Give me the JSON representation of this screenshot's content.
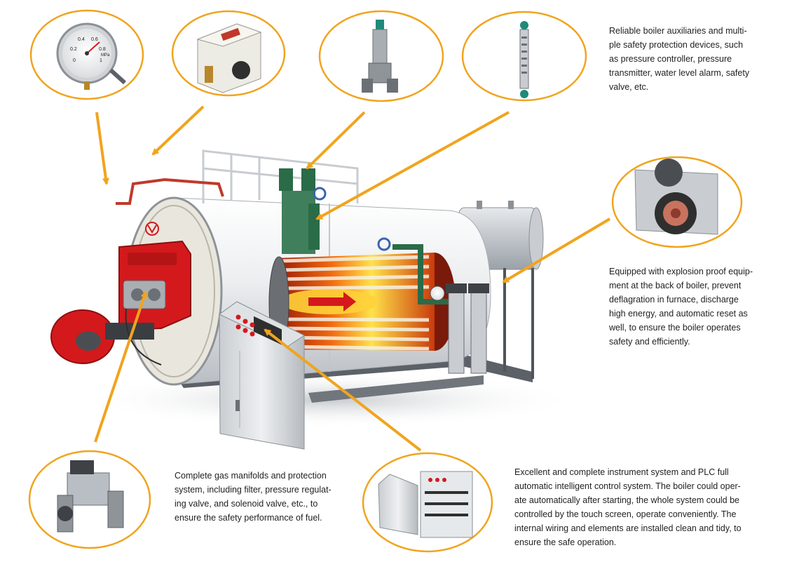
{
  "descriptions": {
    "safety_devices": "Reliable boiler auxiliaries and multi-\nple safety protection devices, such\nas pressure controller, pressure\ntransmitter, water level alarm, safety\nvalve, etc.",
    "explosion_proof": "Equipped with explosion proof equip-\nment at the back of boiler, prevent\ndeflagration in furnace, discharge\nhigh energy, and automatic reset as\nwell, to ensure the boiler operates\nsafety and efficiently.",
    "gas_manifolds": "Complete gas manifolds and protection\nsystem, including filter, pressure regulat-\ning valve, and solenoid valve, etc., to\nensure the safety performance of fuel.",
    "control_system": "Excellent and complete instrument system and PLC full\nautomatic intelligent control system. The boiler could oper-\nate automatically after starting, the whole system could be\ncontrolled by the touch screen, operate conveniently. The\ninternal wiring and elements are installed clean and tidy, to\nensure the safe operation."
  },
  "gauge_labels": {
    "scale_02": "0.2",
    "scale_04": "0.4",
    "scale_06": "0.6",
    "scale_08": "0.8",
    "scale_0": "0",
    "scale_1": "1",
    "unit": "MPa"
  },
  "colors": {
    "callout_orange": "#f0a41e",
    "burner_red": "#d4191c",
    "boiler_white": "#eef0f2",
    "pipe_green": "#2a6b48"
  }
}
